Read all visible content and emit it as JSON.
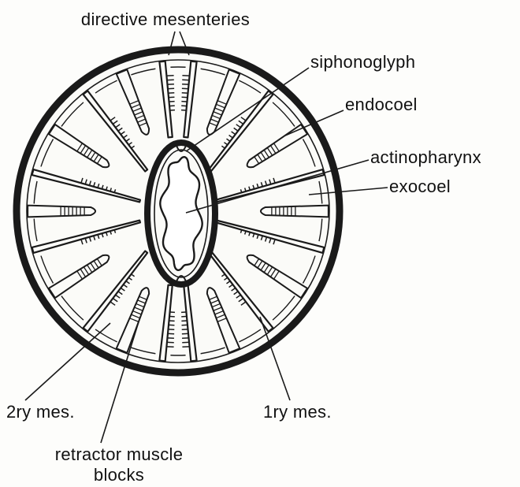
{
  "labels": {
    "directive_mesenteries": "directive mesenteries",
    "siphonoglyph": "siphonoglyph",
    "endocoel": "endocoel",
    "actinopharynx": "actinopharynx",
    "exocoel": "exocoel",
    "secondary_mes": "2ry mes.",
    "primary_mes": "1ry mes.",
    "retractor_line1": "retractor muscle",
    "retractor_line2": "blocks"
  }
}
